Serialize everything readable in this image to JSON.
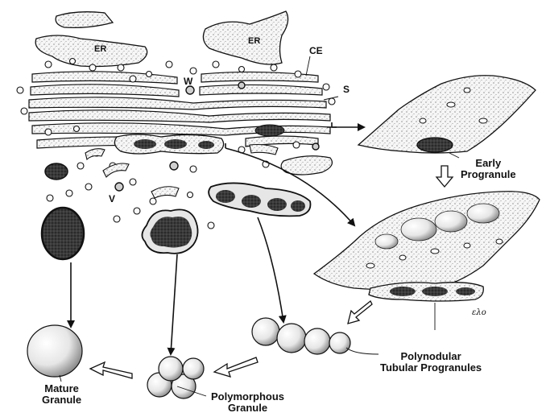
{
  "figure": {
    "labels": {
      "er_left": "ER",
      "er_right": "ER",
      "ce": "CE",
      "w": "W",
      "s": "S",
      "v": "V",
      "early_line1": "Early",
      "early_line2": "Progranule",
      "polynodular_line1": "Polynodular",
      "polynodular_line2": "Tubular Progranules",
      "mature_line1": "Mature",
      "mature_line2": "Granule",
      "polymorphous_line1": "Polymorphous",
      "polymorphous_line2": "Granule",
      "signature": "ελο"
    },
    "colors": {
      "ink": "#111111",
      "stipple_bg": "#f3f3f3",
      "dense_core": "#2b2b2b",
      "paper": "#ffffff"
    }
  }
}
